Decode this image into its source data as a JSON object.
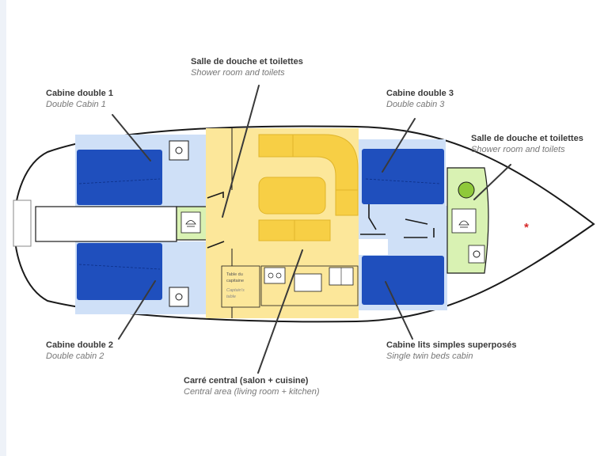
{
  "labels": {
    "shower_top": {
      "fr": "Salle de douche et toilettes",
      "en": "Shower room and toilets"
    },
    "cabin1": {
      "fr": "Cabine double 1",
      "en": "Double Cabin 1"
    },
    "cabin3": {
      "fr": "Cabine double 3",
      "en": "Double cabin 3"
    },
    "shower_right": {
      "fr": "Salle de douche et toilettes",
      "en": "Shower room and toilets"
    },
    "cabin2": {
      "fr": "Cabine double 2",
      "en": "Double cabin 2"
    },
    "bunk_cabin": {
      "fr": "Cabine lits simples superposés",
      "en": "Single twin beds cabin"
    },
    "central": {
      "fr": "Carré central (salon + cuisine)",
      "en": "Central area (living room + kitchen)"
    }
  },
  "chart_table": {
    "fr_line1": "Table du",
    "fr_line2": "capitaine",
    "en_line1": "Captain's",
    "en_line2": "table"
  },
  "bow_marker": "*",
  "colors": {
    "hull": "#ffffff",
    "cabin_light": "#cfe0f7",
    "bed_blue": "#1f4fbd",
    "saloon_yellow": "#fce79a",
    "seat_yellow": "#f7cf45",
    "wc_green": "#d9f2b3",
    "outline": "#1a1a1a",
    "marker_red": "#d62828"
  },
  "icons": [
    "toilet-icon",
    "shower-icon",
    "sink-icon",
    "stove-icon"
  ]
}
